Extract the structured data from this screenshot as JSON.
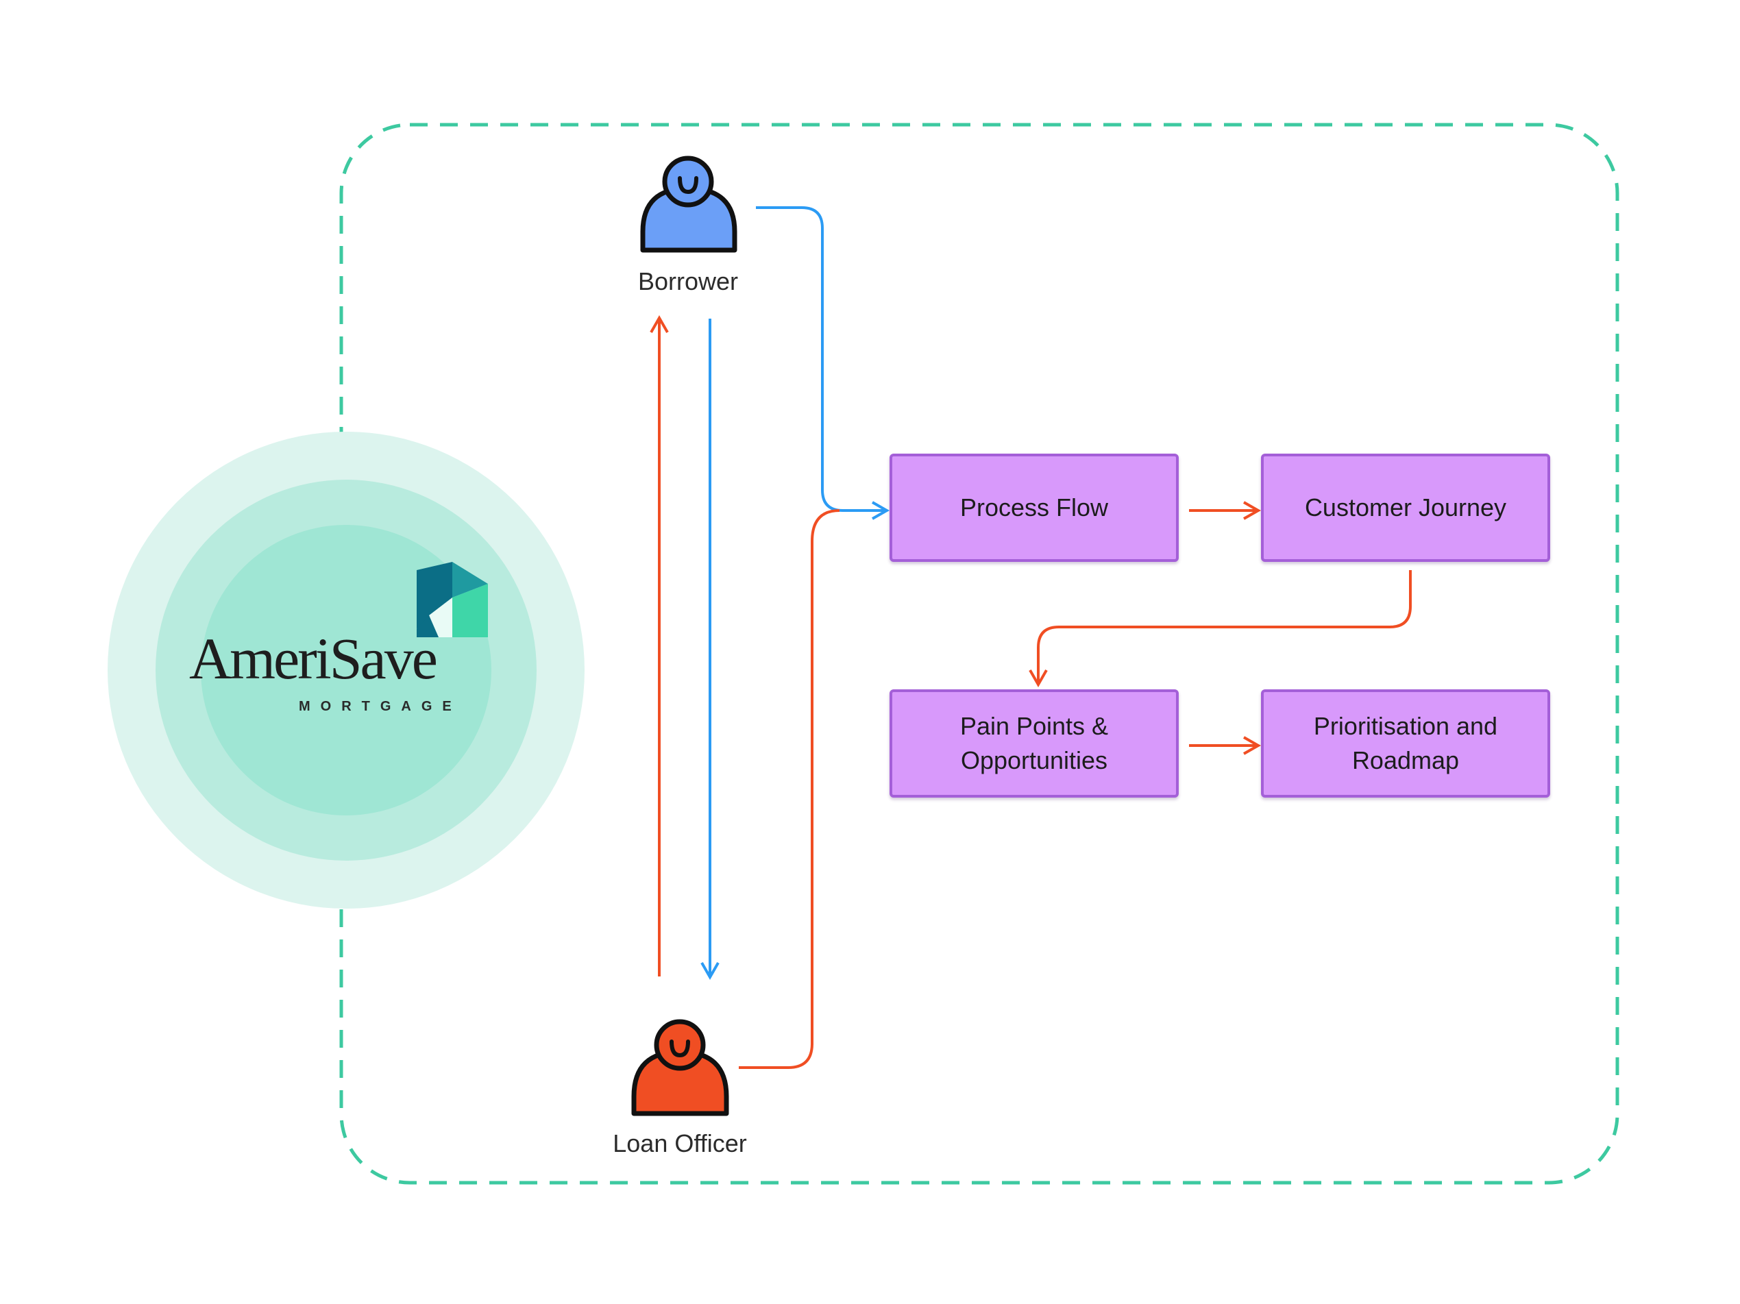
{
  "actors": {
    "borrower": {
      "label": "Borrower",
      "color": "#6b9ff7"
    },
    "loan_officer": {
      "label": "Loan Officer",
      "color": "#f04e23"
    }
  },
  "process_boxes": [
    {
      "label": "Process Flow"
    },
    {
      "label": "Customer Journey"
    },
    {
      "label": "Pain Points &\nOpportunities"
    },
    {
      "label": "Prioritisation and\nRoadmap"
    }
  ],
  "logo": {
    "name": "AmeriSave",
    "subtitle": "MORTGAGE"
  },
  "colors": {
    "frame_dash": "#3dc9a0",
    "box_fill": "#d899fb",
    "box_border": "#a45fd8",
    "arrow_blue": "#2b9bf4",
    "arrow_red": "#f04e23",
    "circle_outer": "#dcf4ee",
    "circle_mid": "#b8ebde",
    "circle_inner": "#9fe6d4"
  }
}
